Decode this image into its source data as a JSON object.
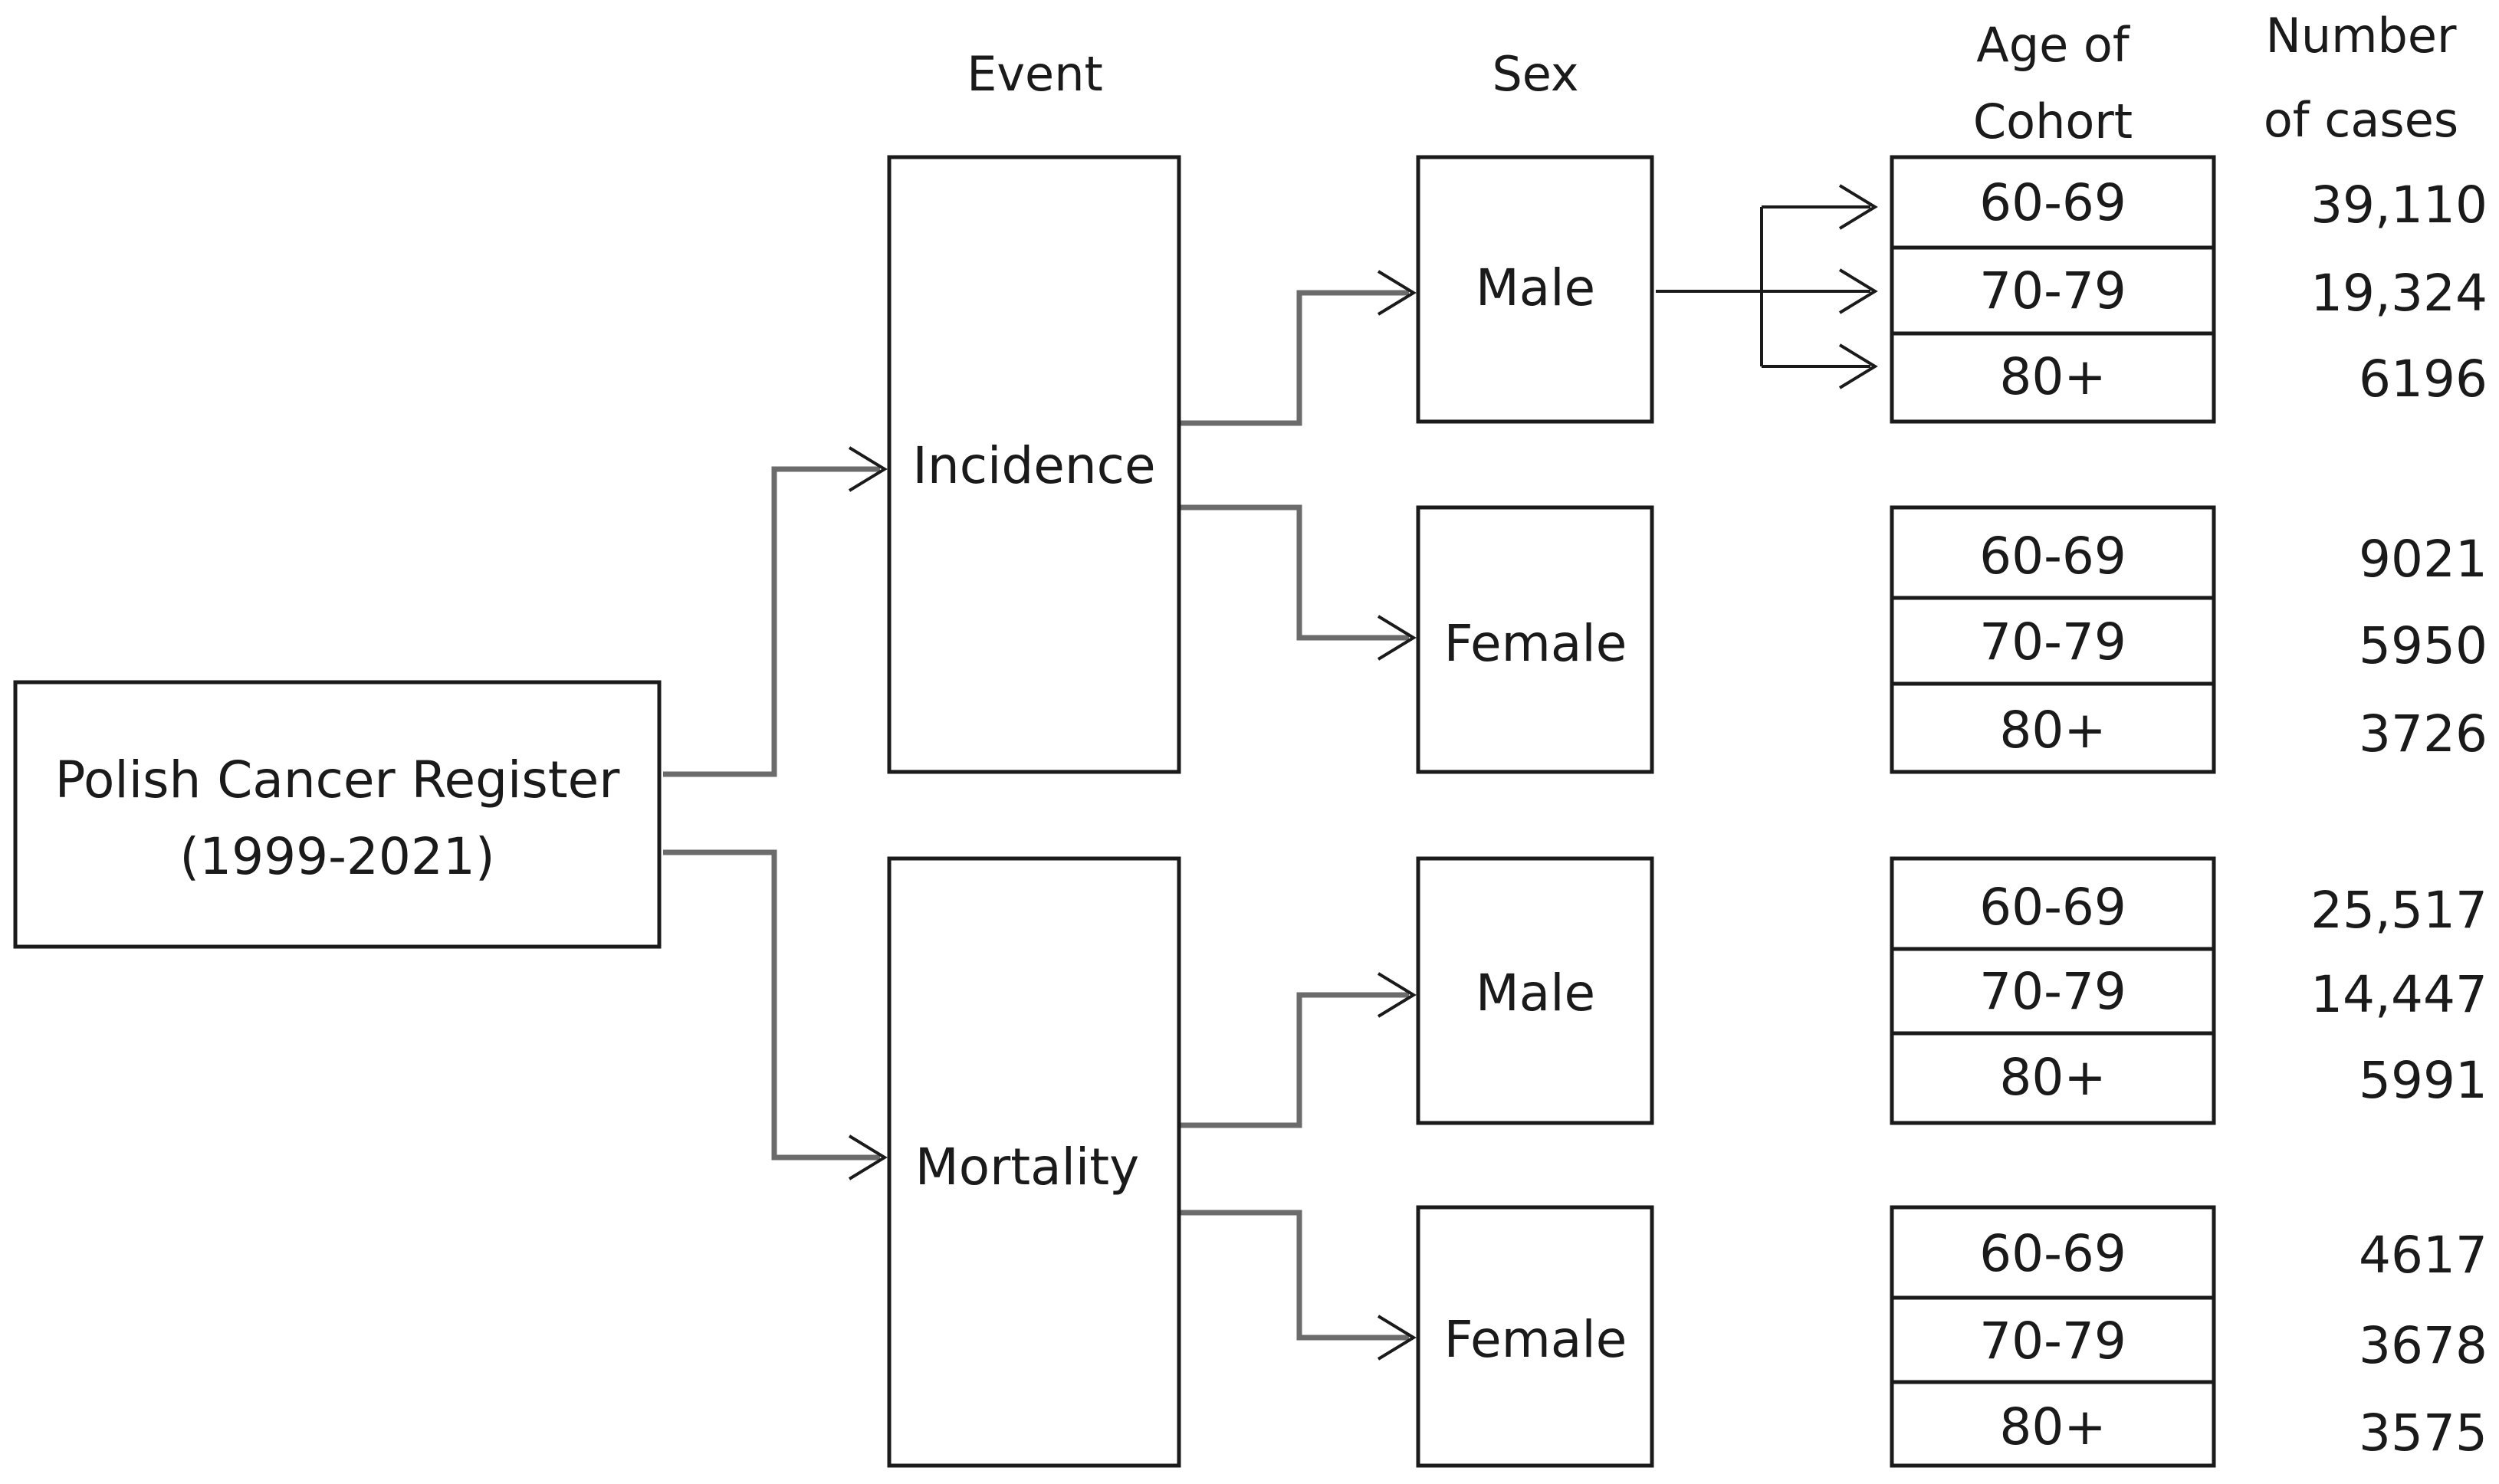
{
  "headers": {
    "event": "Event",
    "sex": "Sex",
    "age_line1": "Age of",
    "age_line2": "Cohort",
    "number_line1": "Number",
    "number_line2": "of cases"
  },
  "source": {
    "line1": "Polish Cancer Register",
    "line2": "(1999-2021)"
  },
  "events": [
    {
      "label": "Incidence",
      "groups": [
        {
          "sex": "Male",
          "cohorts": [
            {
              "age": "60-69",
              "cases": "39,110"
            },
            {
              "age": "70-79",
              "cases": "19,324"
            },
            {
              "age": "80+",
              "cases": "6196"
            }
          ]
        },
        {
          "sex": "Female",
          "cohorts": [
            {
              "age": "60-69",
              "cases": "9021"
            },
            {
              "age": "70-79",
              "cases": "5950"
            },
            {
              "age": "80+",
              "cases": "3726"
            }
          ]
        }
      ]
    },
    {
      "label": "Mortality",
      "groups": [
        {
          "sex": "Male",
          "cohorts": [
            {
              "age": "60-69",
              "cases": "25,517"
            },
            {
              "age": "70-79",
              "cases": "14,447"
            },
            {
              "age": "80+",
              "cases": "5991"
            }
          ]
        },
        {
          "sex": "Female",
          "cohorts": [
            {
              "age": "60-69",
              "cases": "4617"
            },
            {
              "age": "70-79",
              "cases": "3678"
            },
            {
              "age": "80+",
              "cases": "3575"
            }
          ]
        }
      ]
    }
  ]
}
